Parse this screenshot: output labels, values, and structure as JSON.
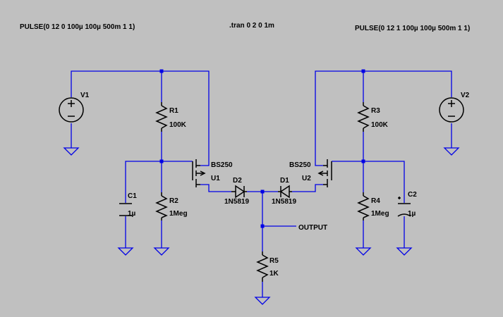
{
  "directives": {
    "pulse_left": "PULSE(0 12 0 100µ 100µ 500m 1 1)",
    "tran": ".tran 0 2 0 1m",
    "pulse_right": "PULSE(0 12 1 100µ 100µ 500m 1 1)"
  },
  "components": {
    "v1": {
      "name": "V1"
    },
    "v2": {
      "name": "V2"
    },
    "r1": {
      "name": "R1",
      "value": "100K"
    },
    "r2": {
      "name": "R2",
      "value": "1Meg"
    },
    "r3": {
      "name": "R3",
      "value": "100K"
    },
    "r4": {
      "name": "R4",
      "value": "1Meg"
    },
    "r5": {
      "name": "R5",
      "value": "1K"
    },
    "c1": {
      "name": "C1",
      "value": "1µ"
    },
    "c2": {
      "name": "C2",
      "value": "1µ"
    },
    "u1": {
      "name": "U1",
      "value": "BS250"
    },
    "u2": {
      "name": "U2",
      "value": "BS250"
    },
    "d1": {
      "name": "D1",
      "value": "1N5819"
    },
    "d2": {
      "name": "D2",
      "value": "1N5819"
    }
  },
  "nets": {
    "output": "OUTPUT"
  },
  "colors": {
    "background": "#c0c0c0",
    "wire": "#0000e6",
    "component": "#000000"
  }
}
